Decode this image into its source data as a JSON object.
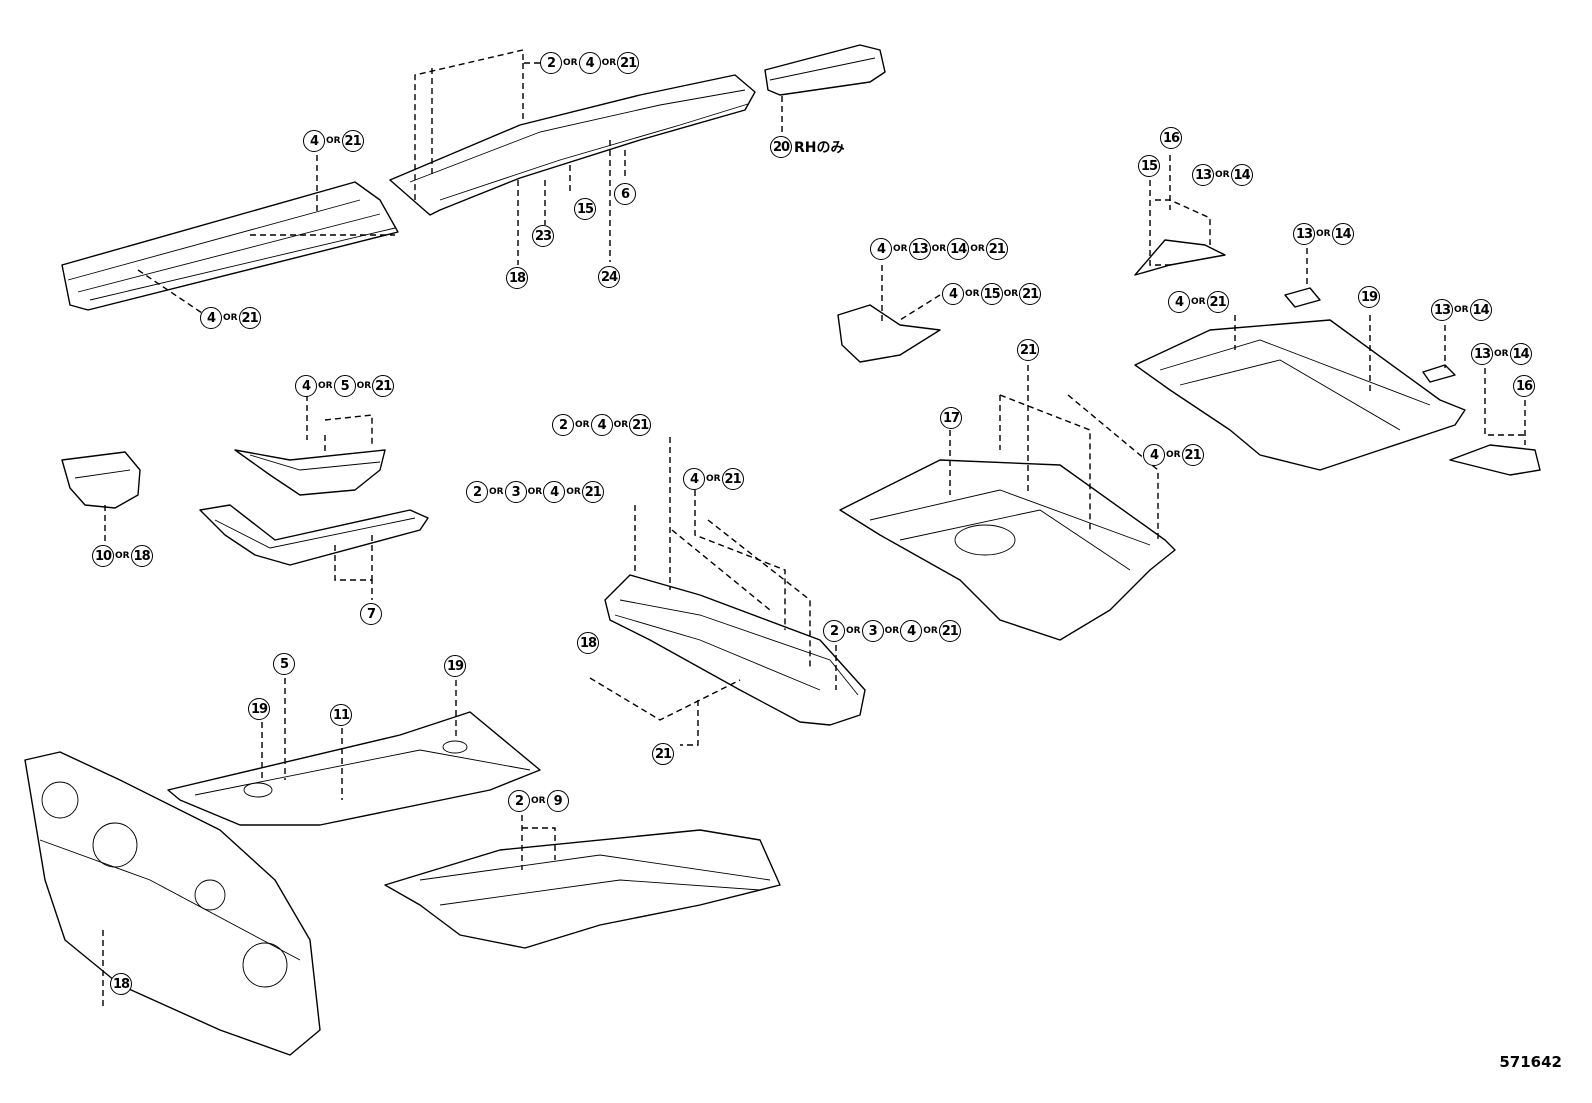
{
  "diagram_id": "571642",
  "callouts": [
    {
      "id": "c01",
      "parts": [
        "2",
        "4",
        "21"
      ]
    },
    {
      "id": "c02",
      "parts": [
        "20"
      ],
      "suffix": "RHのみ"
    },
    {
      "id": "c03",
      "parts": [
        "4",
        "21"
      ]
    },
    {
      "id": "c04",
      "parts": [
        "6"
      ]
    },
    {
      "id": "c05",
      "parts": [
        "15"
      ]
    },
    {
      "id": "c06",
      "parts": [
        "23"
      ]
    },
    {
      "id": "c07",
      "parts": [
        "18"
      ]
    },
    {
      "id": "c08",
      "parts": [
        "24"
      ]
    },
    {
      "id": "c09",
      "parts": [
        "4",
        "21"
      ]
    },
    {
      "id": "c10",
      "parts": [
        "16"
      ]
    },
    {
      "id": "c11",
      "parts": [
        "15"
      ]
    },
    {
      "id": "c12",
      "parts": [
        "13",
        "14"
      ]
    },
    {
      "id": "c13",
      "parts": [
        "4",
        "13",
        "14",
        "21"
      ]
    },
    {
      "id": "c14",
      "parts": [
        "4",
        "15",
        "21"
      ]
    },
    {
      "id": "c15",
      "parts": [
        "13",
        "14"
      ]
    },
    {
      "id": "c16",
      "parts": [
        "4",
        "21"
      ]
    },
    {
      "id": "c17",
      "parts": [
        "19"
      ]
    },
    {
      "id": "c18",
      "parts": [
        "13",
        "14"
      ]
    },
    {
      "id": "c19",
      "parts": [
        "13",
        "14"
      ]
    },
    {
      "id": "c20",
      "parts": [
        "16"
      ]
    },
    {
      "id": "c21",
      "parts": [
        "21"
      ]
    },
    {
      "id": "c22",
      "parts": [
        "17"
      ]
    },
    {
      "id": "c23",
      "parts": [
        "4",
        "21"
      ]
    },
    {
      "id": "c24",
      "parts": [
        "4",
        "5",
        "21"
      ]
    },
    {
      "id": "c25",
      "parts": [
        "10",
        "18"
      ]
    },
    {
      "id": "c26",
      "parts": [
        "7"
      ]
    },
    {
      "id": "c27",
      "parts": [
        "2",
        "4",
        "21"
      ]
    },
    {
      "id": "c28",
      "parts": [
        "4",
        "21"
      ]
    },
    {
      "id": "c29",
      "parts": [
        "2",
        "3",
        "4",
        "21"
      ]
    },
    {
      "id": "c30",
      "parts": [
        "18"
      ]
    },
    {
      "id": "c31",
      "parts": [
        "2",
        "3",
        "4",
        "21"
      ]
    },
    {
      "id": "c32",
      "parts": [
        "21"
      ]
    },
    {
      "id": "c33",
      "parts": [
        "5"
      ]
    },
    {
      "id": "c34",
      "parts": [
        "19"
      ]
    },
    {
      "id": "c35",
      "parts": [
        "19"
      ]
    },
    {
      "id": "c36",
      "parts": [
        "11"
      ]
    },
    {
      "id": "c37",
      "parts": [
        "2",
        "9"
      ]
    },
    {
      "id": "c38",
      "parts": [
        "18"
      ]
    }
  ],
  "connector": "OR"
}
